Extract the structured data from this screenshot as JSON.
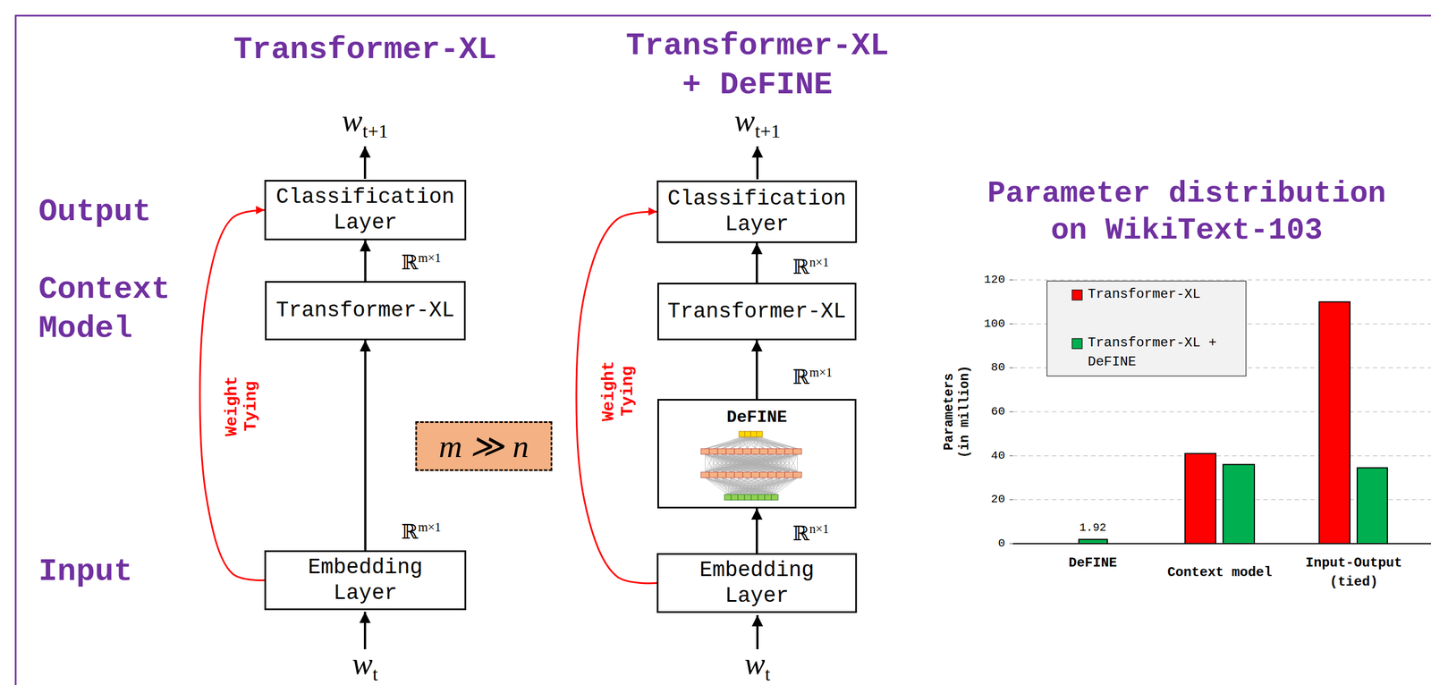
{
  "diagram": {
    "nodes": [
      {
        "text": [
          "Classification Layer"
        ]
      },
      {
        "text": [
          "Transformer-XL"
        ]
      },
      {
        "text": [
          "Embedding Layer"
        ]
      },
      {
        "text": [
          "m ≫ n"
        ]
      },
      {
        "text": [
          "Classification Layer"
        ]
      },
      {
        "text": [
          "Transformer-XL"
        ]
      },
      {
        "text": [
          "DeFINE"
        ]
      },
      {
        "text": [
          "Embedding Layer"
        ]
      }
    ],
    "edges": [
      {
        "from": 2,
        "to": 1,
        "arrow": "to"
      },
      {
        "from": 1,
        "to": 0,
        "arrow": "to"
      },
      {
        "from": 2,
        "to": 0,
        "arrow": "to",
        "label": "Weight Tying"
      },
      {
        "from": 7,
        "to": 6,
        "arrow": "to"
      },
      {
        "from": 6,
        "to": 5,
        "arrow": "to"
      },
      {
        "from": 5,
        "to": 4,
        "arrow": "to"
      },
      {
        "from": 7,
        "to": 4,
        "arrow": "to",
        "label": "Weight Tying"
      }
    ],
    "labels": [
      "Transformer-XL",
      "Transformer-XL + DeFINE",
      "Output",
      "Context Model",
      "Input",
      "wt+1",
      "ℝm×1",
      "ℝm×1",
      "wt",
      "wt+1",
      "ℝn×1",
      "ℝm×1",
      "ℝn×1",
      "wt",
      "Parameter distribution on WikiText-103",
      "Parameters (in million)",
      "0",
      "20",
      "40",
      "60",
      "80",
      "100",
      "120",
      "1.92",
      "DeFINE",
      "Context model",
      "Input-Output (tied)"
    ],
    "legend": [
      {
        "text": "Transformer-XL",
        "color": "#FF0000"
      },
      {
        "text": "Transformer-XL + DeFINE",
        "color": "#00B050"
      }
    ]
  }
}
